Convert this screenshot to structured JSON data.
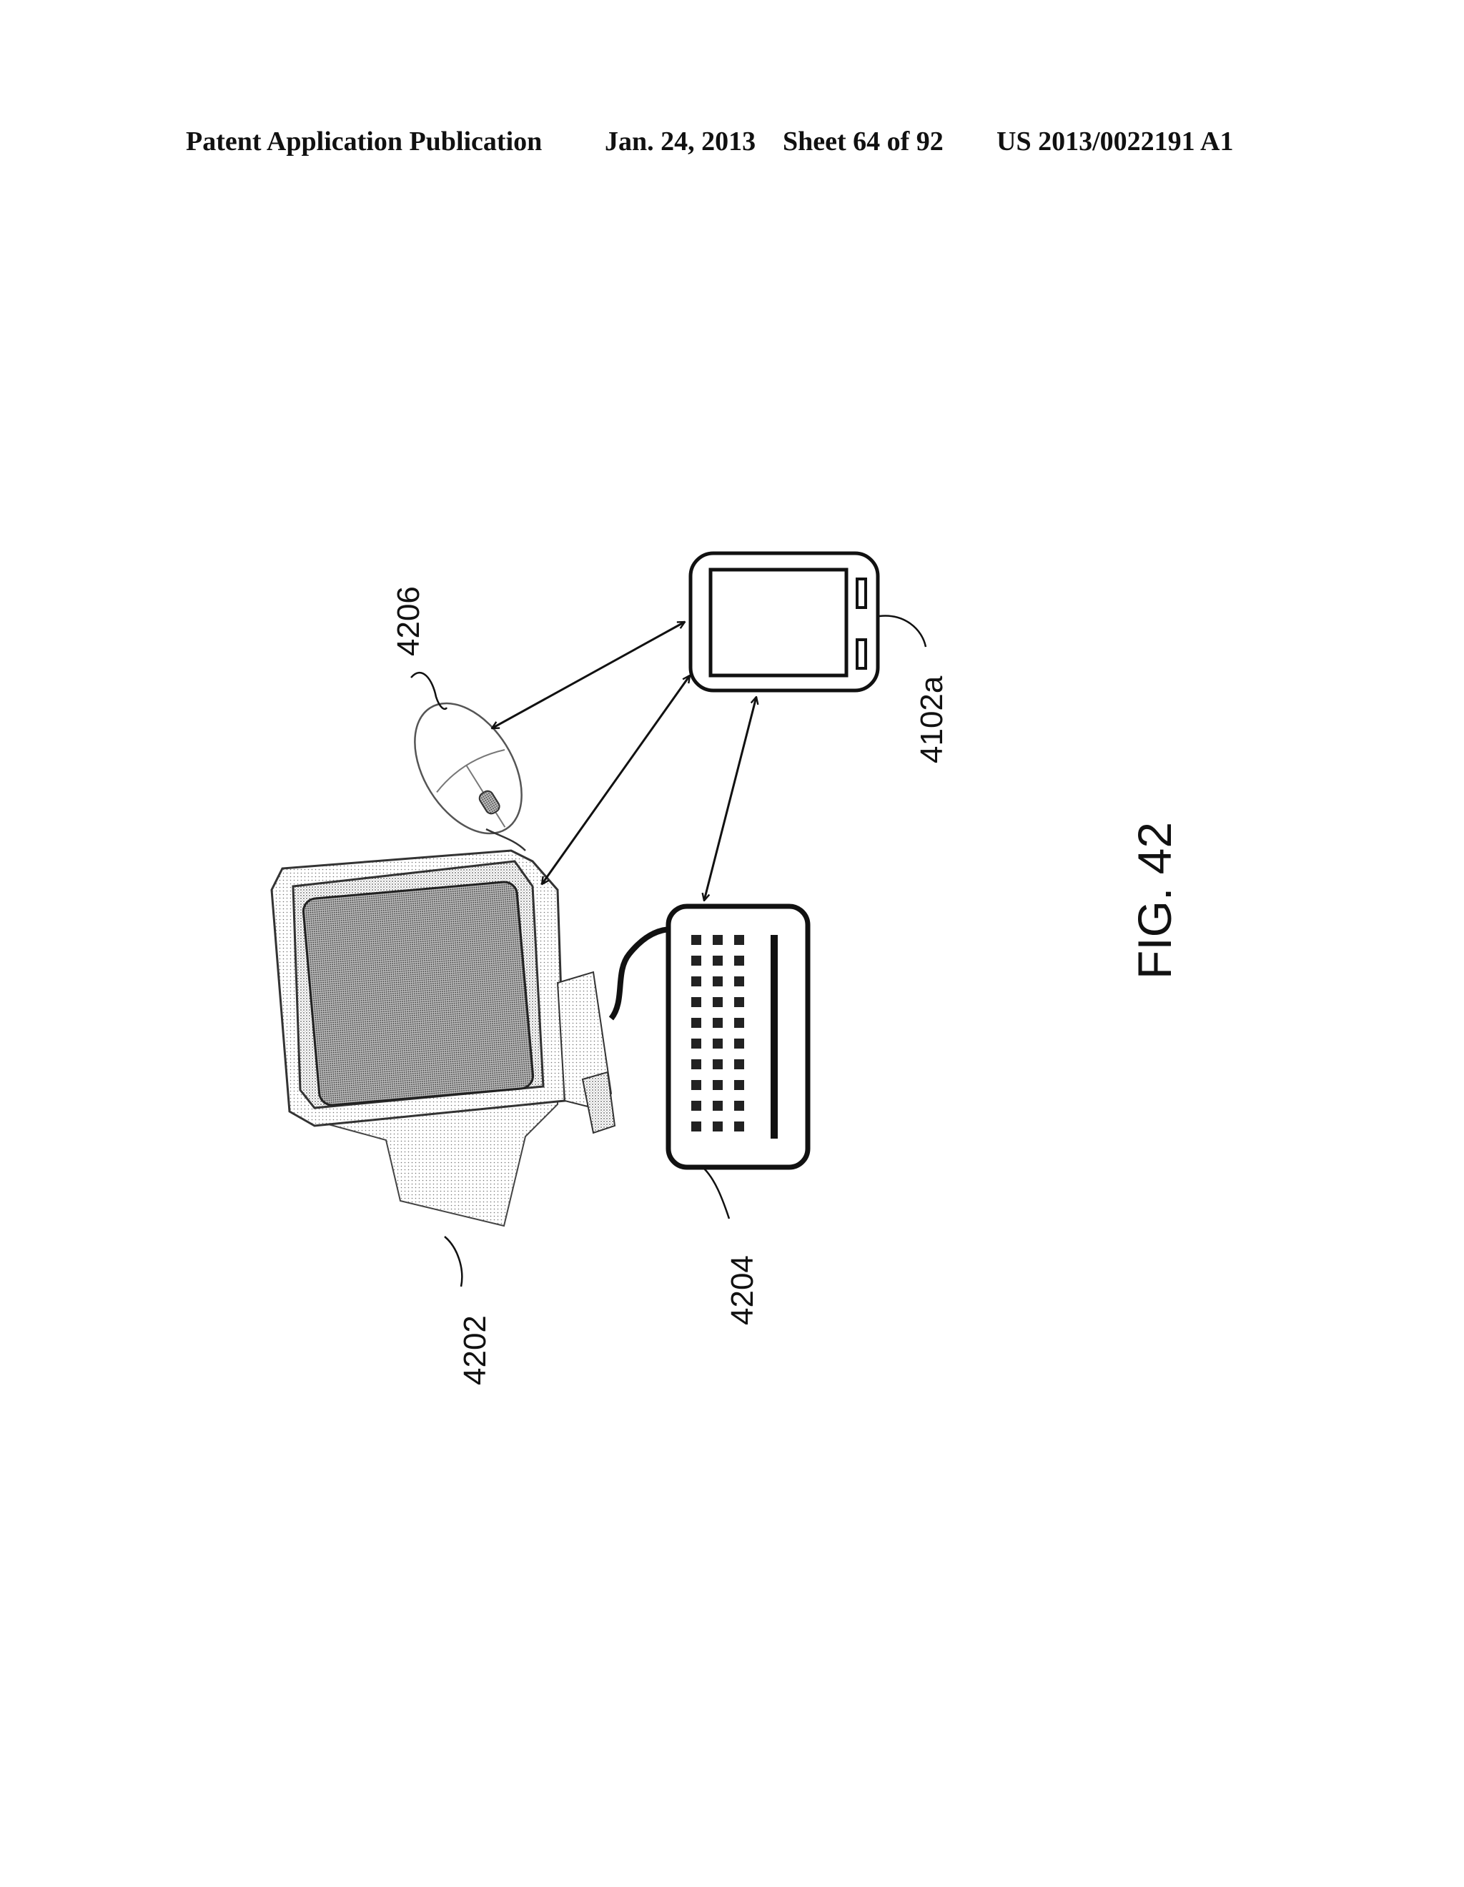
{
  "header": {
    "publication": "Patent Application Publication",
    "date": "Jan. 24, 2013",
    "sheet": "Sheet 64 of 92",
    "number": "US 2013/0022191 A1"
  },
  "figure": {
    "caption": "FIG. 42",
    "labels": {
      "computer": "4202",
      "keyboard": "4204",
      "mouse": "4206",
      "mobile_device": "4102a"
    }
  }
}
